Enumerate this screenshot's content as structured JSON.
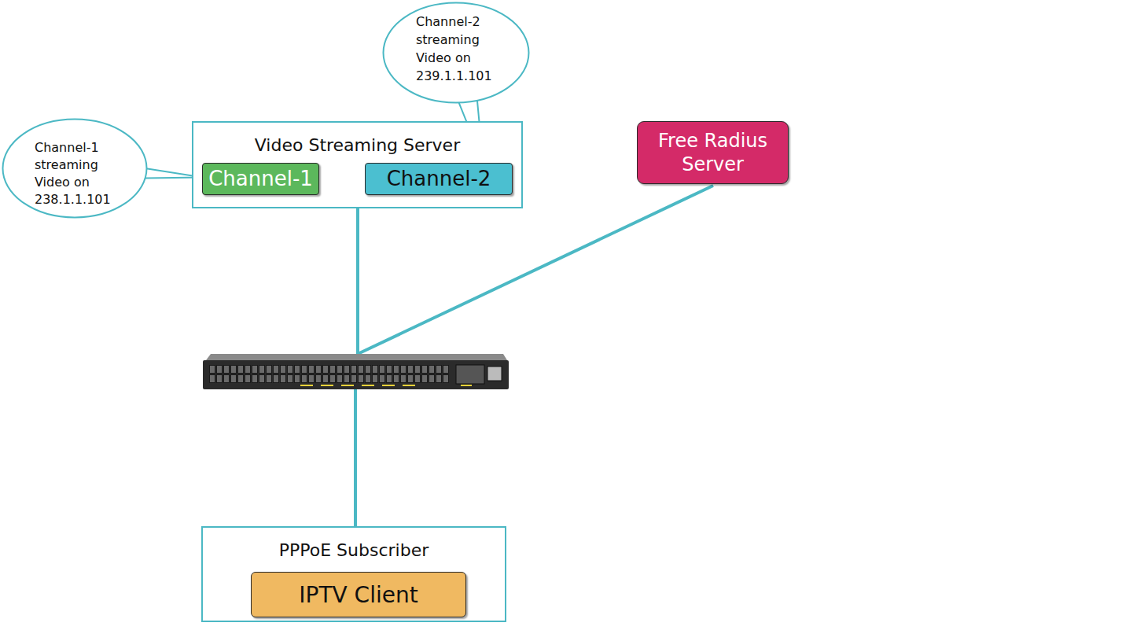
{
  "diagram": {
    "nodes": [
      {
        "text": [
          "Channel-2 streaming Video on 239.1.1.101"
        ]
      },
      {
        "text": [
          "Channel-1 streaming Video on 238.1.1.101"
        ]
      },
      {
        "text": [
          "Video Streaming Server"
        ]
      },
      {
        "text": [
          "Channel-1"
        ],
        "in": 2
      },
      {
        "text": [
          "Channel-2"
        ],
        "in": 2
      },
      {
        "text": [
          "Free Radius Server"
        ]
      },
      {
        "text": [
          "PPPoE Subscriber"
        ]
      },
      {
        "text": [
          "IPTV Client"
        ],
        "in": 6
      }
    ],
    "edges": [
      {
        "from": 0,
        "to": 4,
        "arrow": "none"
      },
      {
        "from": 1,
        "to": 3,
        "arrow": "none"
      }
    ]
  }
}
